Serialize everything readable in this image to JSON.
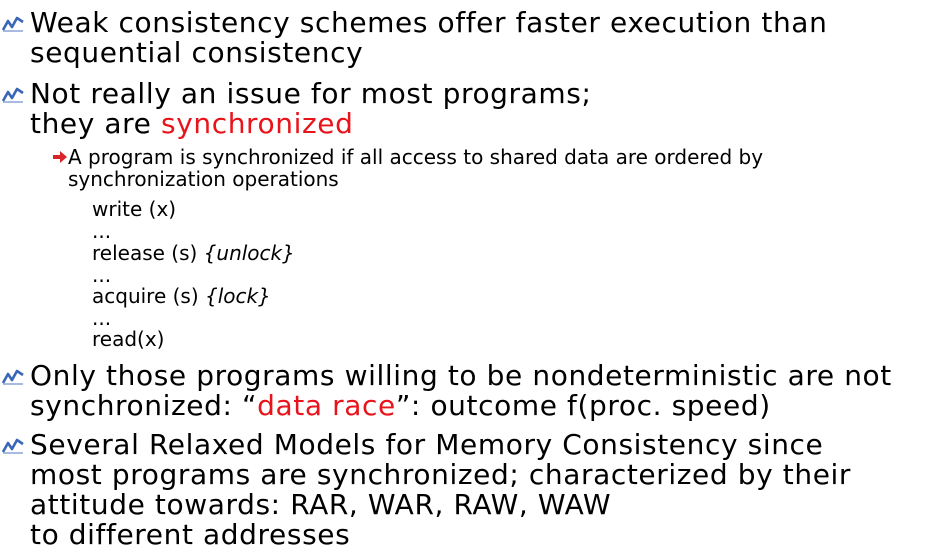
{
  "bullets": [
    {
      "line1": "Weak consistency schemes offer faster execution than",
      "line2": "sequential consistency"
    },
    {
      "line1": "Not really an issue for most programs;",
      "line2_pre": "they are ",
      "line2_red": "synchronized"
    },
    {
      "line1": "Only those programs willing to be nondeterministic are not",
      "line2_pre": "synchronized: “",
      "line2_red": "data race",
      "line2_post": "”: outcome f(proc. speed)"
    },
    {
      "line1": "Several Relaxed Models for Memory Consistency since",
      "line2": "most programs are synchronized; characterized by their",
      "line3": "attitude towards: RAR, WAR, RAW, WAW",
      "line4": "to different addresses"
    }
  ],
  "sub_bullet": {
    "line1": "A program is synchronized if all access to shared data are ordered by",
    "line2": "synchronization operations"
  },
  "code": [
    {
      "text": "write (x)",
      "comment": ""
    },
    {
      "text": "...",
      "comment": ""
    },
    {
      "text": "release (s) ",
      "comment": "{unlock}"
    },
    {
      "text": "...",
      "comment": ""
    },
    {
      "text": "acquire (s) ",
      "comment": "{lock}"
    },
    {
      "text": "...",
      "comment": ""
    },
    {
      "text": "read(x)",
      "comment": ""
    }
  ],
  "colors": {
    "accent_red": "#e8141b",
    "bullet_icon_blue": "#3a66b8",
    "sub_icon_red": "#d9242a"
  },
  "icons": {
    "main_bullet": "wave-bullet-icon",
    "sub_bullet": "arrow-right-icon"
  }
}
